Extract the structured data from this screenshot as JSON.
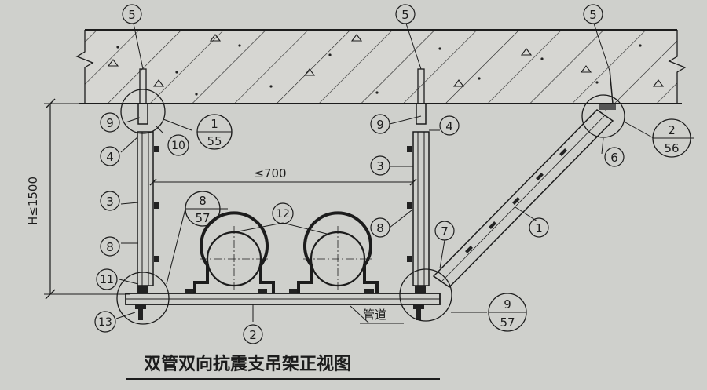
{
  "title": "双管双向抗震支吊架正视图",
  "dimensions": {
    "height_limit": "H≤1500",
    "spacing_limit": "≤700"
  },
  "pipe_label": "管道",
  "callouts": {
    "c1": "1",
    "c2": "2",
    "c3_left": "3",
    "c3_right": "3",
    "c4_left": "4",
    "c4_right": "4",
    "c5_left": "5",
    "c5_mid": "5",
    "c5_right": "5",
    "c6": "6",
    "c7": "7",
    "c8_left": "8",
    "c8_right": "8",
    "c9_left": "9",
    "c9_right": "9",
    "c10": "10",
    "c11": "11",
    "c12": "12",
    "c13": "13"
  },
  "detail_refs": {
    "d1_top": "1",
    "d1_bottom": "55",
    "d2_top": "2",
    "d2_bottom": "56",
    "d8_top": "8",
    "d8_bottom": "57",
    "d9_top": "9",
    "d9_bottom": "57"
  }
}
